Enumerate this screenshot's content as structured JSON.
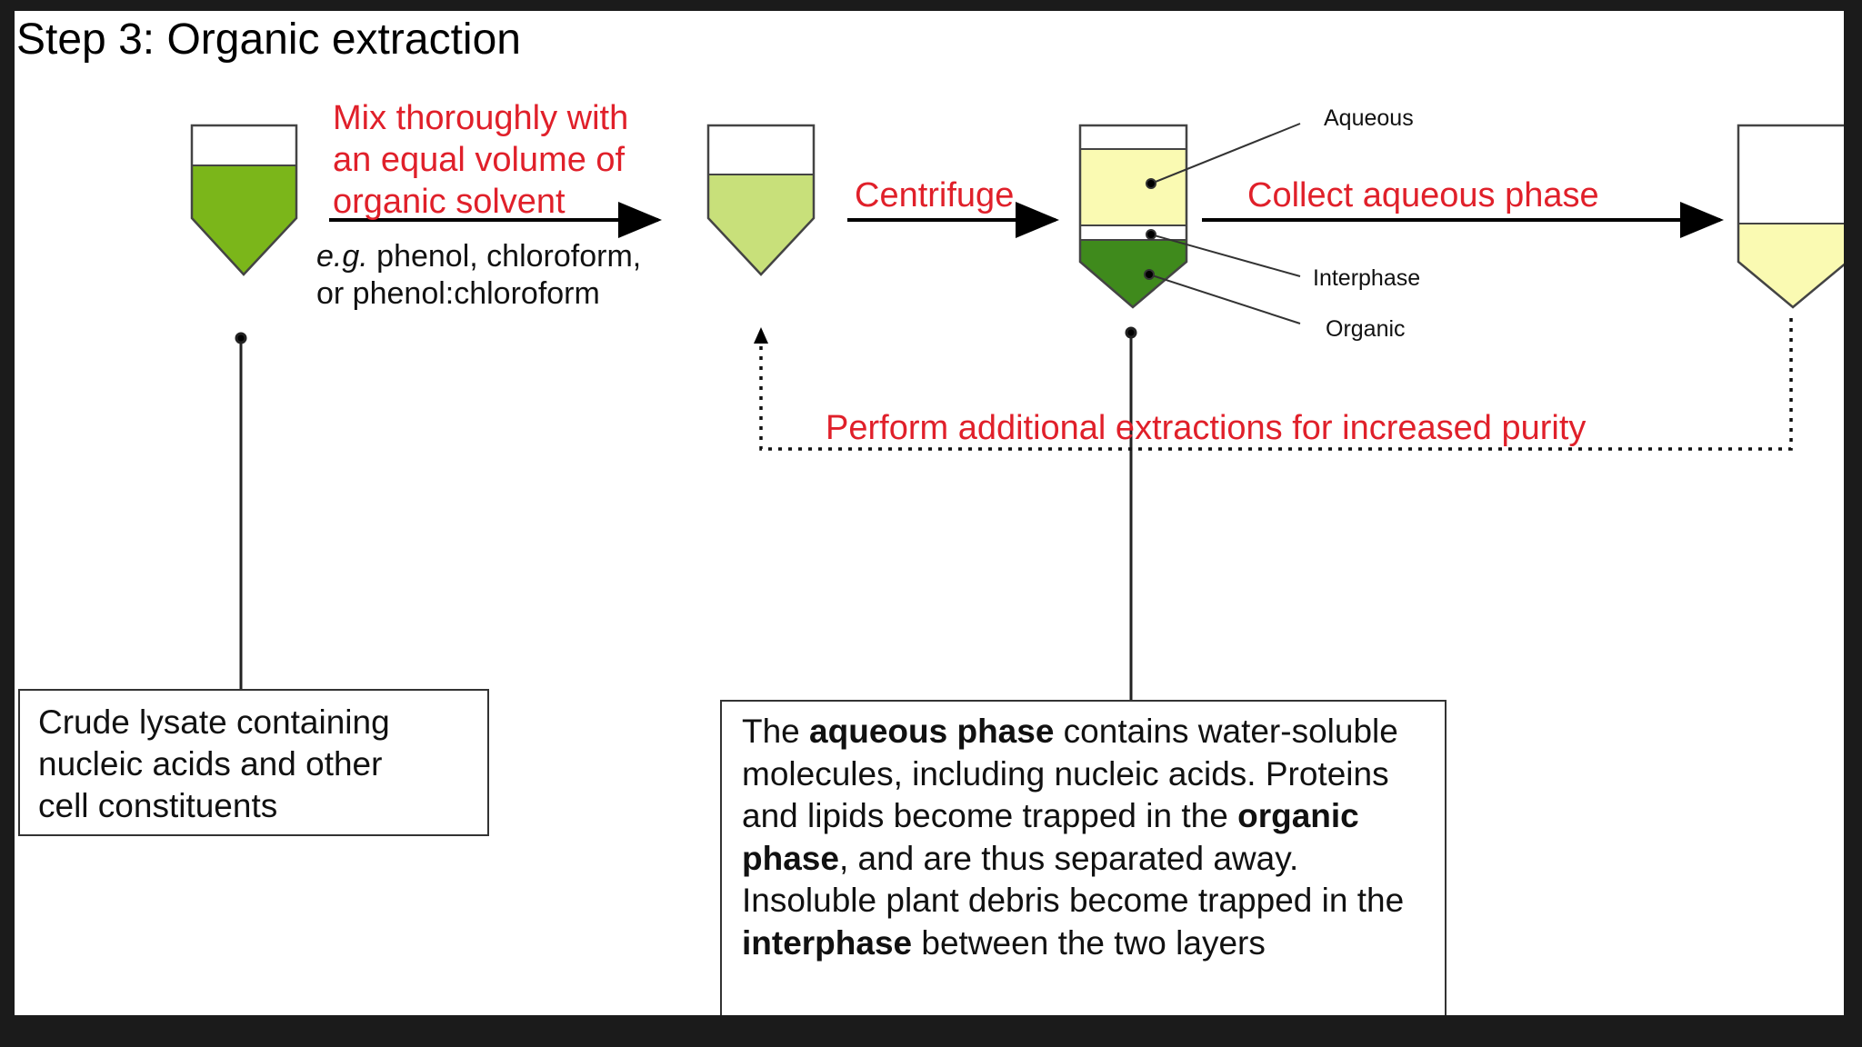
{
  "title": "Step 3: Organic extraction",
  "steps": {
    "mix_lines": [
      "Mix thoroughly with",
      "an equal volume of",
      "organic solvent"
    ],
    "eg_prefix": "e.g.",
    "eg_line1": " phenol, chloroform,",
    "eg_line2": "or phenol:chloroform",
    "centrifuge": "Centrifuge",
    "collect": "Collect aqueous phase",
    "repeat": "Perform additional extractions for increased purity"
  },
  "phase_labels": {
    "aqueous": "Aqueous",
    "interphase": "Interphase",
    "organic": "Organic"
  },
  "notes": {
    "lysate": [
      "Crude lysate containing",
      "nucleic acids and other",
      "cell constituents"
    ],
    "phases_segments": [
      {
        "text": "The ",
        "bold": false
      },
      {
        "text": "aqueous phase",
        "bold": true
      },
      {
        "text": " contains water-soluble molecules, including nucleic acids. Proteins and lipids become trapped in the ",
        "bold": false
      },
      {
        "text": "organic phase",
        "bold": true
      },
      {
        "text": ", and are thus separated away. Insoluble plant debris become trapped in the ",
        "bold": false
      },
      {
        "text": "interphase",
        "bold": true
      },
      {
        "text": " between the two layers",
        "bold": false
      }
    ]
  },
  "colors": {
    "lysate_green": "#7bb61a",
    "mixed_green": "#c8e07a",
    "aqueous_yellow": "#fafab2",
    "organic_green": "#3f8a1c",
    "accent_red": "#e0202a",
    "frame": "#1b1b1b"
  }
}
